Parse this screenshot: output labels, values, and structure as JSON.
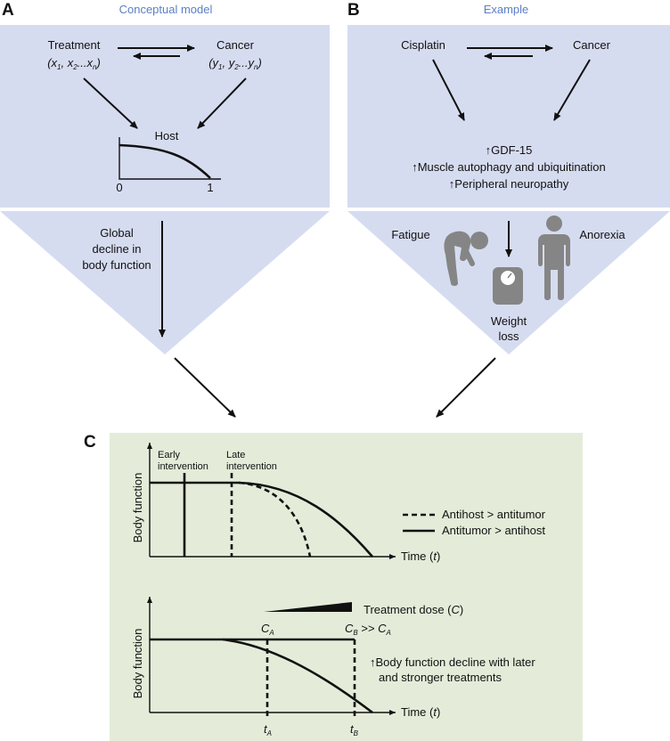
{
  "colors": {
    "panel_blue": "#d6dcf0",
    "panel_green": "#e4ecd9",
    "title_blue": "#5b7fc4",
    "icon_gray": "#858585"
  },
  "panel_a": {
    "letter": "A",
    "title": "Conceptual model",
    "treatment": "Treatment",
    "treatment_vars": [
      "(x",
      "1",
      ", x",
      "2",
      "...x",
      "n",
      ")"
    ],
    "cancer": "Cancer",
    "cancer_vars": [
      "(y",
      "1",
      ", y",
      "2",
      "...y",
      "n",
      ")"
    ],
    "host": "Host",
    "host_x0": "0",
    "host_x1": "1",
    "decline": [
      "Global",
      "decline in",
      "body function"
    ]
  },
  "panel_b": {
    "letter": "B",
    "title": "Example",
    "drug": "Cisplatin",
    "cancer": "Cancer",
    "effects": [
      "↑GDF-15",
      "↑Muscle autophagy and ubiquitination",
      "↑Peripheral neuropathy"
    ],
    "fatigue": "Fatigue",
    "anorexia": "Anorexia",
    "weight_loss": [
      "Weight",
      "loss"
    ]
  },
  "panel_c": {
    "letter": "C",
    "top": {
      "ylabel": "Body function",
      "xlabel": "Time (",
      "xlabel_var": "t",
      "xlabel_close": ")",
      "early": [
        "Early",
        "intervention"
      ],
      "late": [
        "Late",
        "intervention"
      ],
      "legend": [
        "Antihost > antitumor",
        "Antitumor > antihost"
      ]
    },
    "bottom": {
      "ylabel": "Body function",
      "xlabel": "Time (",
      "xlabel_var": "t",
      "xlabel_close": ")",
      "dose": "Treatment dose (",
      "dose_var": "C",
      "dose_close": ")",
      "ca": "C",
      "ca_sub": "A",
      "cb": "C",
      "cb_sub": "B",
      "cb_rel": " >> ",
      "cb_rel_var": "C",
      "cb_rel_sub": "A",
      "ta": "t",
      "ta_sub": "A",
      "tb": "t",
      "tb_sub": "B",
      "note": [
        "↑Body function decline with later",
        "and stronger treatments"
      ]
    }
  }
}
